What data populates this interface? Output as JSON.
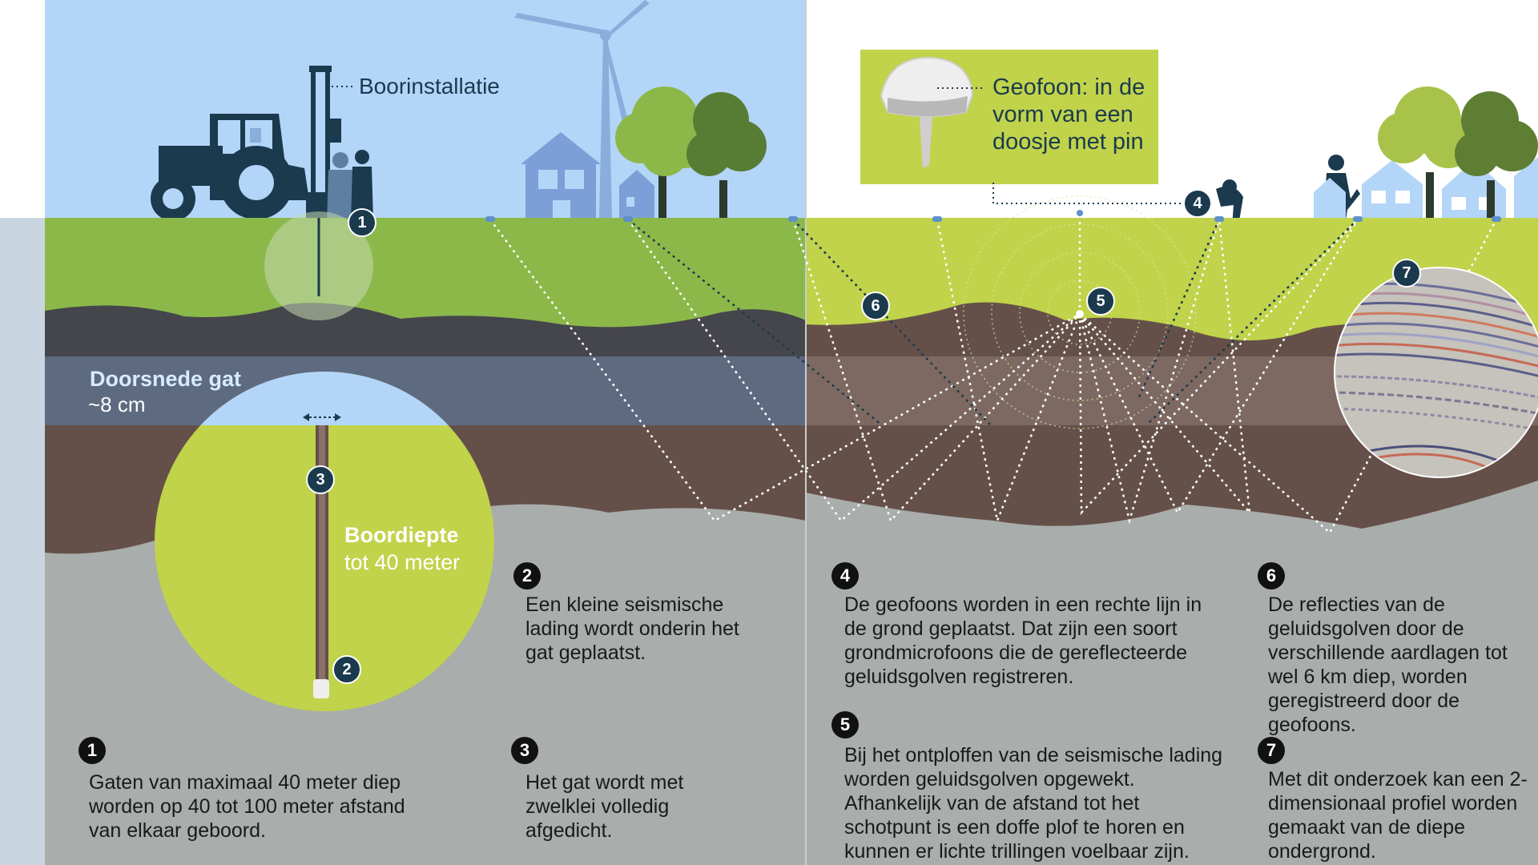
{
  "labels": {
    "drill_rig": "Boorinstallatie",
    "geophone_box": "Geofoon: in de vorm van een doosje met pin",
    "cross_section_title": "Doorsnede gat",
    "cross_section_value": "~8 cm",
    "drill_depth_title": "Boordiepte",
    "drill_depth_value": "tot 40 meter"
  },
  "markers": [
    "1",
    "2",
    "3",
    "4",
    "5",
    "6",
    "7"
  ],
  "steps": [
    {
      "num": "1",
      "text": "Gaten van maximaal 40 meter diep worden op 40 tot 100 meter afstand van elkaar geboord."
    },
    {
      "num": "2",
      "text": "Een kleine seismische lading wordt onderin het gat geplaatst."
    },
    {
      "num": "3",
      "text": "Het gat wordt met zwelklei volledig afgedicht."
    },
    {
      "num": "4",
      "text": "De geofoons worden in een rechte lijn in de grond geplaatst. Dat zijn een soort grondmicrofoons die de gereflecteerde geluidsgolven registreren."
    },
    {
      "num": "5",
      "text": "Bij het ontploffen van de seismische lading worden geluidsgolven opgewekt. Afhankelijk van de afstand tot het schotpunt is een doffe plof te horen en kunnen er lichte trillingen voelbaar zijn."
    },
    {
      "num": "6",
      "text": "De reflecties van de geluidsgolven door de verschillende aardlagen tot wel 6 km diep, worden geregistreerd door de geofoons."
    },
    {
      "num": "7",
      "text": "Met dit onderzoek kan een 2-dimensionaal profiel worden gemaakt van de diepe ondergrond."
    }
  ],
  "colors": {
    "sky": "#b3d5f8",
    "grass_left": "#8cb84a",
    "grass_right": "#c0d34b",
    "dark_layer": "#45454c",
    "brown_layer": "#655049",
    "bedrock": "#a9adac",
    "navy": "#1b3a4e",
    "blue_band": "#5e6a80"
  }
}
